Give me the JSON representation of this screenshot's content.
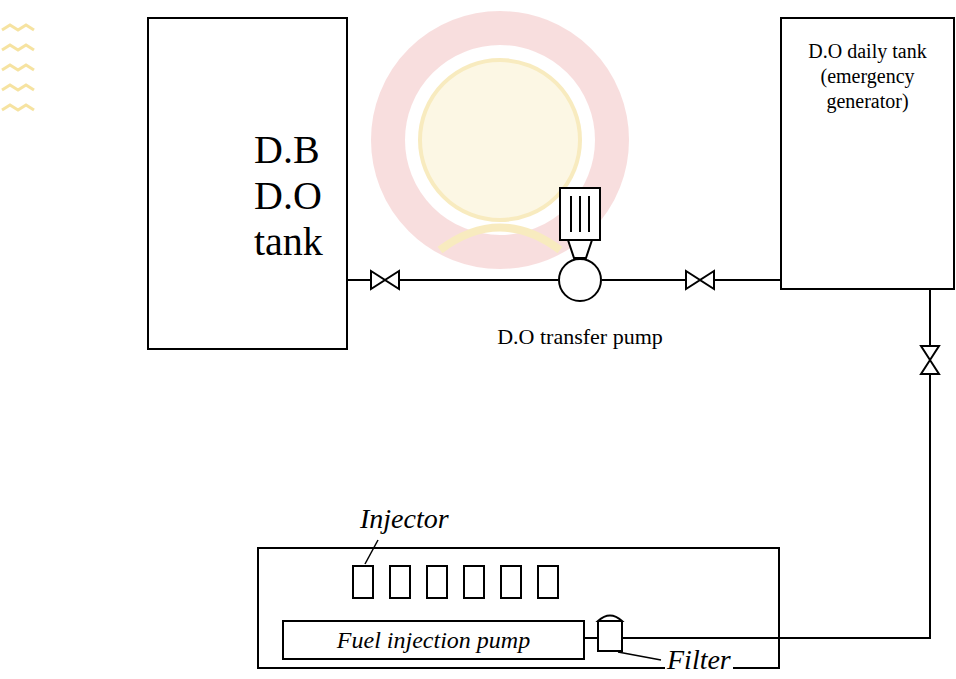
{
  "diagram": {
    "nodes": [
      {
        "text": [
          "D.B D.O tank"
        ]
      },
      {
        "text": [
          "D.O transfer pump"
        ]
      },
      {
        "text": [
          "D.O daily tank (emergency generator)"
        ]
      },
      {
        "text": [
          "Fuel injection pump"
        ]
      },
      {
        "text": [
          "Filter"
        ]
      }
    ],
    "edges": [
      {
        "from": 0,
        "to": 1,
        "arrow": "none"
      },
      {
        "from": 1,
        "to": 2,
        "arrow": "none"
      },
      {
        "from": 2,
        "to": 4,
        "arrow": "none"
      },
      {
        "from": 3,
        "to": 4,
        "arrow": "none"
      }
    ],
    "labels": [
      "Injector"
    ]
  }
}
